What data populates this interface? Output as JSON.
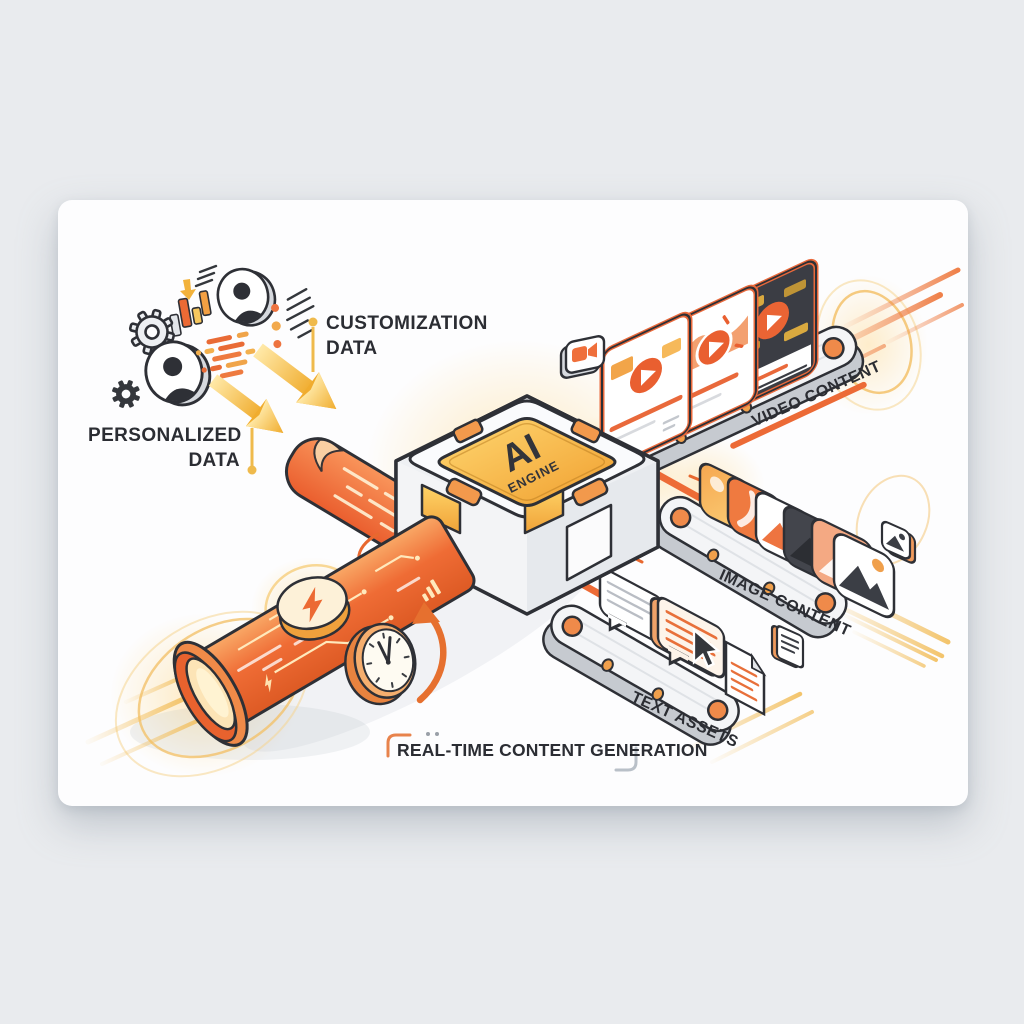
{
  "scene": {
    "background_color": "#e9ebee",
    "card_color": "#fdfdfe",
    "description": "Isometric infographic of an AI engine pipeline turning input data into generated content on conveyor belts"
  },
  "labels": {
    "customization_line1": "CUSTOMIZATION",
    "customization_line2": "DATA",
    "personalized_line1": "PERSONALIZED",
    "personalized_line2": "DATA",
    "caption": "REAL-TIME CONTENT GENERATION"
  },
  "engine": {
    "chip_title": "AI",
    "chip_subtitle": "ENGINE",
    "badges": [
      "lightning-badge",
      "clock-badge"
    ]
  },
  "inputs": {
    "icons": [
      "gear-icon",
      "small-gear-icon",
      "bar-chart-icon",
      "avatar-icon",
      "large-avatar-icon",
      "code-dashes-icon",
      "down-arrow-icon",
      "hash-lines-icon"
    ],
    "flow_arrows": 2
  },
  "outputs": [
    {
      "label": "VIDEO CONTENT",
      "icon": "video-camera-icon",
      "items": [
        "video-card-light",
        "video-card-splash",
        "video-card-dark"
      ]
    },
    {
      "label": "IMAGE CONTENT",
      "icon": "image-frame-icon",
      "items": [
        "image-card-gradient",
        "image-card-orange",
        "image-card-light",
        "image-card-dark",
        "image-card-peach",
        "image-card-mountain"
      ]
    },
    {
      "label": "TEXT ASSETS",
      "icon": "document-icon",
      "items": [
        "speech-bubble-light",
        "speech-bubble-orange",
        "cursor",
        "document-sheet"
      ]
    }
  ],
  "colors": {
    "orange": "#ec6a35",
    "orange_light": "#f2994c",
    "amber": "#f3ae43",
    "gold": "#f6c75e",
    "cream": "#fdf1d8",
    "dark_outline": "#2e3036",
    "belt_gray": "#c8ccd2",
    "belt_surface": "#f4f5f7"
  }
}
